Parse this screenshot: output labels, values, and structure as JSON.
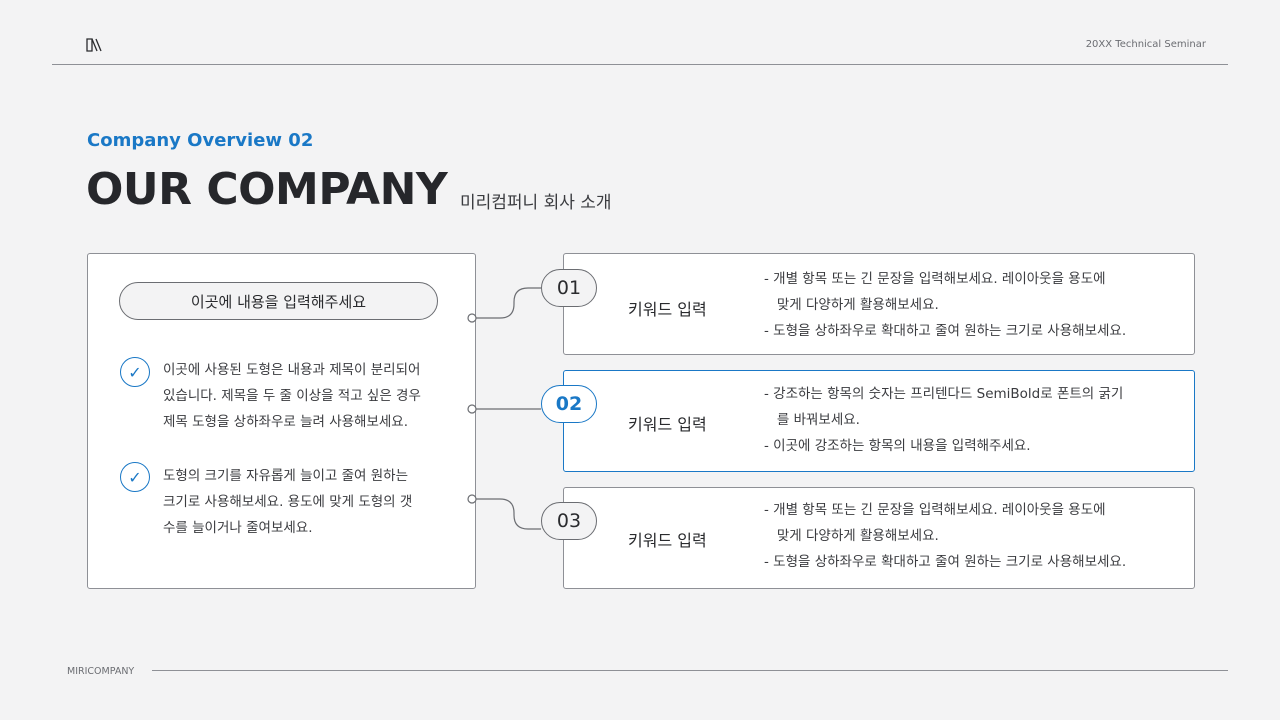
{
  "header": {
    "logo_icon": "miri-logo-icon",
    "right_text": "20XX Technical Seminar"
  },
  "titles": {
    "subtitle": "Company Overview 02",
    "title": "OUR COMPANY",
    "description": "미리컴퍼니 회사 소개"
  },
  "left_panel": {
    "pill_text": "이곳에 내용을 입력해주세요",
    "items": [
      {
        "icon": "check-circle-icon",
        "lines": [
          "이곳에 사용된 도형은 내용과 제목이 분리되어",
          "있습니다. 제목을 두 줄 이상을 적고 싶은 경우",
          "제목 도형을 상하좌우로 늘려 사용해보세요."
        ]
      },
      {
        "icon": "check-circle-icon",
        "lines": [
          "도형의 크기를 자유롭게 늘이고 줄여 원하는",
          "크기로 사용해보세요. 용도에 맞게 도형의 갯",
          "수를 늘이거나 줄여보세요."
        ]
      }
    ]
  },
  "cards": [
    {
      "number": "01",
      "keyword": "키워드 입력",
      "lines": [
        "- 개별 항목 또는 긴 문장을 입력해보세요. 레이아웃을 용도에",
        "   맞게 다양하게 활용해보세요.",
        "- 도형을 상하좌우로 확대하고 줄여 원하는 크기로 사용해보세요."
      ]
    },
    {
      "number": "02",
      "keyword": "키워드 입력",
      "lines": [
        "- 강조하는 항목의 숫자는 프리텐다드 SemiBold로 폰트의 굵기",
        "   를 바꿔보세요.",
        "- 이곳에 강조하는 항목의 내용을 입력해주세요."
      ]
    },
    {
      "number": "03",
      "keyword": "키워드 입력",
      "lines": [
        "- 개별 항목 또는 긴 문장을 입력해보세요. 레이아웃을 용도에",
        "   맞게 다양하게 활용해보세요.",
        "- 도형을 상하좌우로 확대하고 줄여 원하는 크기로 사용해보세요."
      ]
    }
  ],
  "footer": {
    "left_text": "MIRICOMPANY"
  },
  "colors": {
    "accent": "#1a78c6",
    "background": "#f3f3f4",
    "border": "#8e9096",
    "text": "#2a2b2e"
  }
}
